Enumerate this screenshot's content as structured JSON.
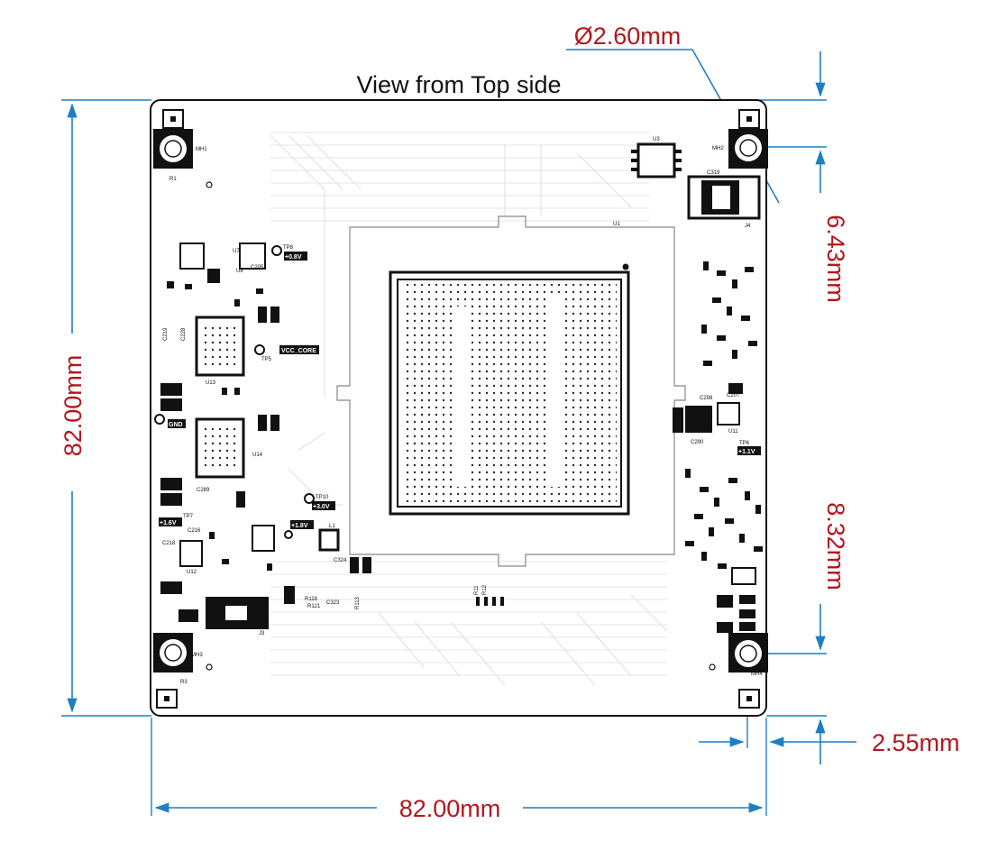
{
  "diagram": {
    "title": "View from Top side",
    "dimensions": {
      "width": "82.00mm",
      "height": "82.00mm",
      "hole_diameter": "Ø2.60mm",
      "top_hole_offset": "6.43mm",
      "bottom_hole_offset": "8.32mm",
      "side_hole_offset": "2.55mm"
    },
    "colors": {
      "dimension_line": "#1f7fc0",
      "dimension_text": "#b3161d",
      "board_outline": "#111111",
      "trace": "#e2e2e2",
      "component": "#111111"
    },
    "silkscreen": {
      "mounting_holes": [
        "MH1",
        "MH2",
        "MH3",
        "MH4"
      ],
      "chip": "U1",
      "ic_labels": [
        "U3",
        "U7",
        "U8",
        "U11",
        "U12",
        "U13",
        "U14"
      ],
      "test_points": [
        "TP5",
        "TP6",
        "TP7",
        "TP8",
        "TP10"
      ],
      "rails": [
        "VCC_CORE",
        "+0.8V",
        "+1.8V",
        "+3.0V",
        "+1.1V",
        "+1.6V",
        "GND"
      ],
      "components": [
        "R1",
        "R3",
        "J3",
        "J4",
        "L1",
        "C319",
        "C324",
        "R118",
        "R121",
        "R113",
        "C323",
        "C298",
        "C207",
        "C216",
        "C218",
        "C219",
        "C228",
        "C205",
        "C289",
        "C290",
        "R11",
        "R12"
      ]
    }
  }
}
